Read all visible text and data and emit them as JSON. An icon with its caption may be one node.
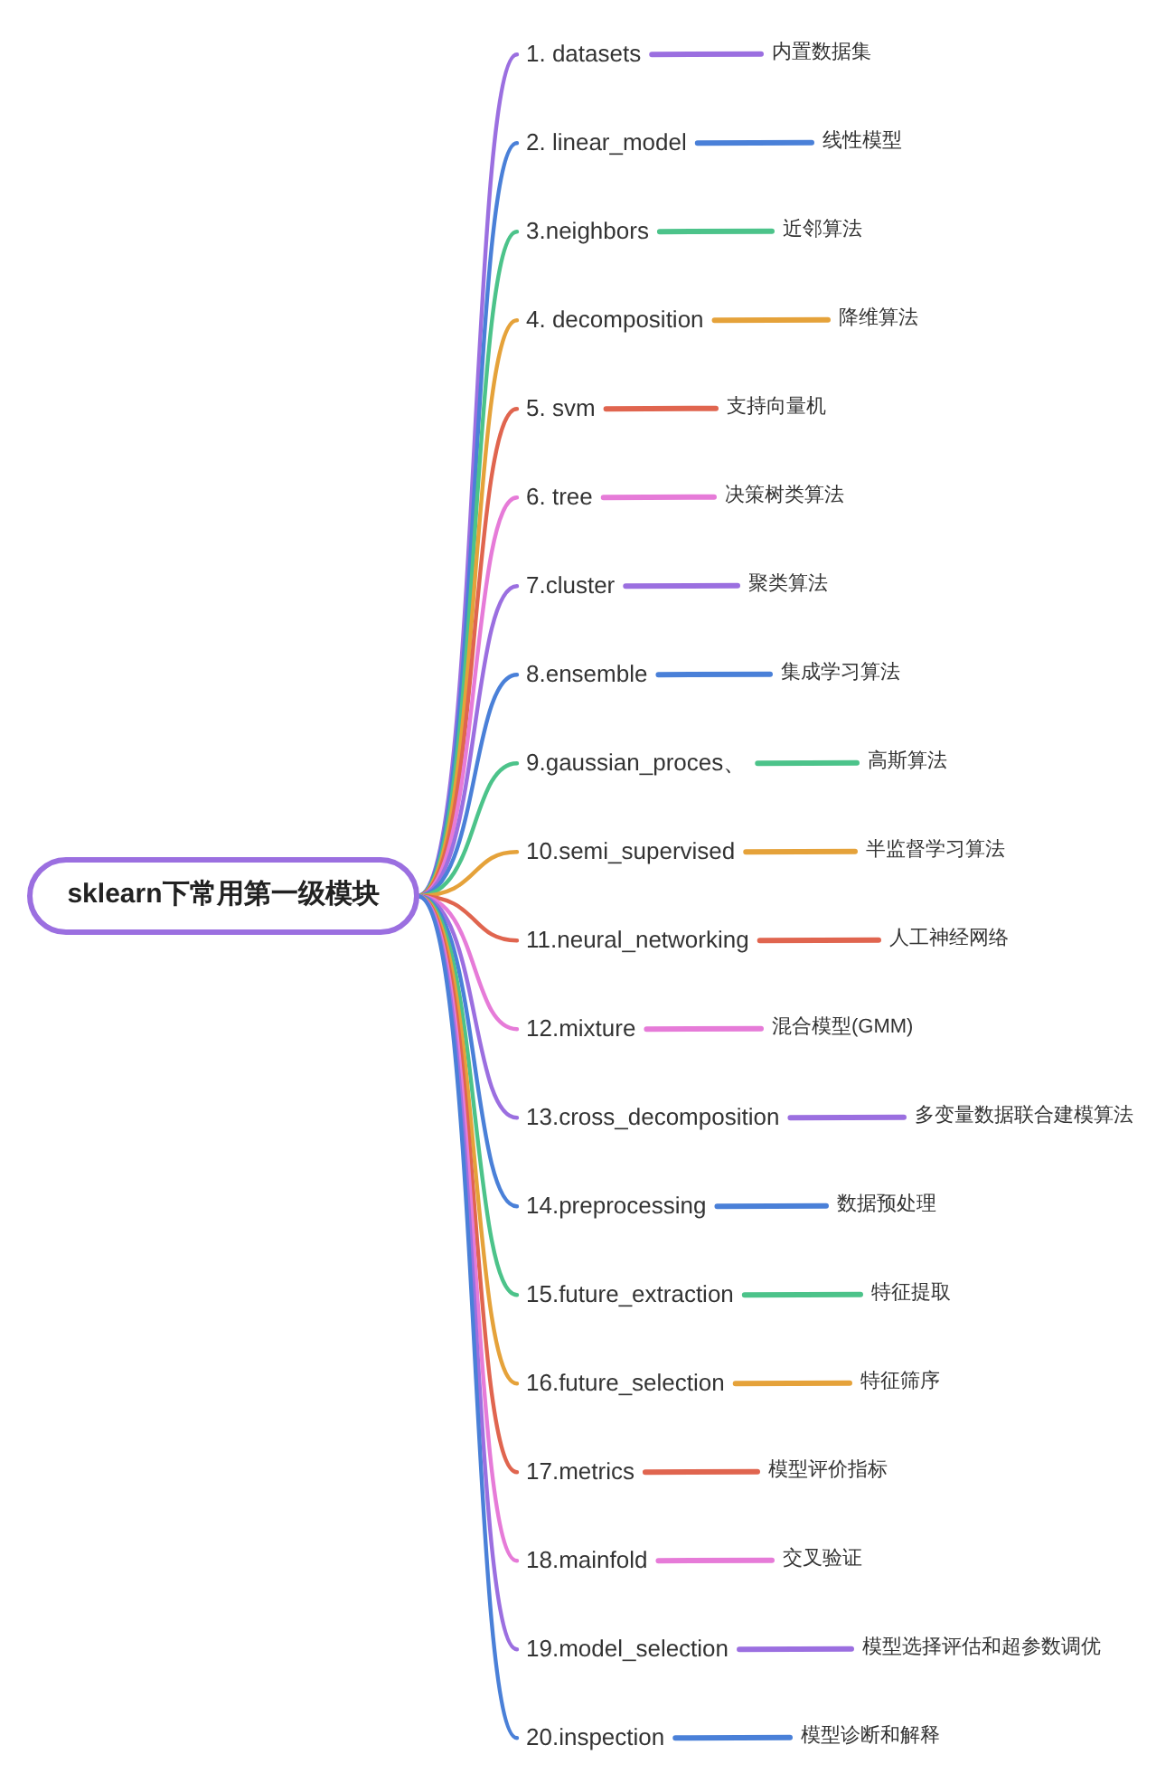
{
  "diagram": {
    "nodes": [
      {
        "text": [
          "sklearn下常用第一级模块"
        ]
      },
      {
        "text": [
          "1. datasets"
        ]
      },
      {
        "text": [
          "内置数据集"
        ]
      },
      {
        "text": [
          "2. linear_model"
        ]
      },
      {
        "text": [
          "线性模型"
        ]
      },
      {
        "text": [
          "3.neighbors"
        ]
      },
      {
        "text": [
          "近邻算法"
        ]
      },
      {
        "text": [
          "4. decomposition"
        ]
      },
      {
        "text": [
          "降维算法"
        ]
      },
      {
        "text": [
          "5. svm"
        ]
      },
      {
        "text": [
          "支持向量机"
        ]
      },
      {
        "text": [
          "6. tree"
        ]
      },
      {
        "text": [
          "决策树类算法"
        ]
      },
      {
        "text": [
          "7.cluster"
        ]
      },
      {
        "text": [
          "聚类算法"
        ]
      },
      {
        "text": [
          "8.ensemble"
        ]
      },
      {
        "text": [
          "集成学习算法"
        ]
      },
      {
        "text": [
          "9.gaussian_proces、"
        ]
      },
      {
        "text": [
          "高斯算法"
        ]
      },
      {
        "text": [
          "10.semi_supervised"
        ]
      },
      {
        "text": [
          "半监督学习算法"
        ]
      },
      {
        "text": [
          "11.neural_networking"
        ]
      },
      {
        "text": [
          "人工神经网络"
        ]
      },
      {
        "text": [
          "12.mixture"
        ]
      },
      {
        "text": [
          "混合模型(GMM)"
        ]
      },
      {
        "text": [
          "13.cross_decomposition"
        ]
      },
      {
        "text": [
          "多变量数据联合建模算法"
        ]
      },
      {
        "text": [
          "14.preprocessing"
        ]
      },
      {
        "text": [
          "数据预处理"
        ]
      },
      {
        "text": [
          "15.future_extraction"
        ]
      },
      {
        "text": [
          "特征提取"
        ]
      },
      {
        "text": [
          "16.future_selection"
        ]
      },
      {
        "text": [
          "特征筛序"
        ]
      },
      {
        "text": [
          "17.metrics"
        ]
      },
      {
        "text": [
          "模型评价指标"
        ]
      },
      {
        "text": [
          "18.mainfold"
        ]
      },
      {
        "text": [
          "交叉验证"
        ]
      },
      {
        "text": [
          "19.model_selection"
        ]
      },
      {
        "text": [
          "模型选择评估和超参数调优"
        ]
      },
      {
        "text": [
          "20.inspection"
        ]
      },
      {
        "text": [
          "模型诊断和解释"
        ]
      }
    ],
    "edges": [
      {
        "from": 0,
        "to": 1,
        "arrow": "none",
        "color": "#9b6fe0"
      },
      {
        "from": 1,
        "to": 2,
        "arrow": "none",
        "color": "#9b6fe0"
      },
      {
        "from": 0,
        "to": 3,
        "arrow": "none",
        "color": "#4a80d8"
      },
      {
        "from": 3,
        "to": 4,
        "arrow": "none",
        "color": "#4a80d8"
      },
      {
        "from": 0,
        "to": 5,
        "arrow": "none",
        "color": "#4cc38a"
      },
      {
        "from": 5,
        "to": 6,
        "arrow": "none",
        "color": "#4cc38a"
      },
      {
        "from": 0,
        "to": 7,
        "arrow": "none",
        "color": "#e5a23a"
      },
      {
        "from": 7,
        "to": 8,
        "arrow": "none",
        "color": "#e5a23a"
      },
      {
        "from": 0,
        "to": 9,
        "arrow": "none",
        "color": "#e0654f"
      },
      {
        "from": 9,
        "to": 10,
        "arrow": "none",
        "color": "#e0654f"
      },
      {
        "from": 0,
        "to": 11,
        "arrow": "none",
        "color": "#e67bd8"
      },
      {
        "from": 11,
        "to": 12,
        "arrow": "none",
        "color": "#e67bd8"
      },
      {
        "from": 0,
        "to": 13,
        "arrow": "none",
        "color": "#9b6fe0"
      },
      {
        "from": 13,
        "to": 14,
        "arrow": "none",
        "color": "#9b6fe0"
      },
      {
        "from": 0,
        "to": 15,
        "arrow": "none",
        "color": "#4a80d8"
      },
      {
        "from": 15,
        "to": 16,
        "arrow": "none",
        "color": "#4a80d8"
      },
      {
        "from": 0,
        "to": 17,
        "arrow": "none",
        "color": "#4cc38a"
      },
      {
        "from": 17,
        "to": 18,
        "arrow": "none",
        "color": "#4cc38a"
      },
      {
        "from": 0,
        "to": 19,
        "arrow": "none",
        "color": "#e5a23a"
      },
      {
        "from": 19,
        "to": 20,
        "arrow": "none",
        "color": "#e5a23a"
      },
      {
        "from": 0,
        "to": 21,
        "arrow": "none",
        "color": "#e0654f"
      },
      {
        "from": 21,
        "to": 22,
        "arrow": "none",
        "color": "#e0654f"
      },
      {
        "from": 0,
        "to": 23,
        "arrow": "none",
        "color": "#e67bd8"
      },
      {
        "from": 23,
        "to": 24,
        "arrow": "none",
        "color": "#e67bd8"
      },
      {
        "from": 0,
        "to": 25,
        "arrow": "none",
        "color": "#9b6fe0"
      },
      {
        "from": 25,
        "to": 26,
        "arrow": "none",
        "color": "#9b6fe0"
      },
      {
        "from": 0,
        "to": 27,
        "arrow": "none",
        "color": "#4a80d8"
      },
      {
        "from": 27,
        "to": 28,
        "arrow": "none",
        "color": "#4a80d8"
      },
      {
        "from": 0,
        "to": 29,
        "arrow": "none",
        "color": "#4cc38a"
      },
      {
        "from": 29,
        "to": 30,
        "arrow": "none",
        "color": "#4cc38a"
      },
      {
        "from": 0,
        "to": 31,
        "arrow": "none",
        "color": "#e5a23a"
      },
      {
        "from": 31,
        "to": 32,
        "arrow": "none",
        "color": "#e5a23a"
      },
      {
        "from": 0,
        "to": 33,
        "arrow": "none",
        "color": "#e0654f"
      },
      {
        "from": 33,
        "to": 34,
        "arrow": "none",
        "color": "#e0654f"
      },
      {
        "from": 0,
        "to": 35,
        "arrow": "none",
        "color": "#e67bd8"
      },
      {
        "from": 35,
        "to": 36,
        "arrow": "none",
        "color": "#e67bd8"
      },
      {
        "from": 0,
        "to": 37,
        "arrow": "none",
        "color": "#9b6fe0"
      },
      {
        "from": 37,
        "to": 38,
        "arrow": "none",
        "color": "#9b6fe0"
      },
      {
        "from": 0,
        "to": 39,
        "arrow": "none",
        "color": "#4a80d8"
      },
      {
        "from": 39,
        "to": 40,
        "arrow": "none",
        "color": "#4a80d8"
      }
    ]
  }
}
